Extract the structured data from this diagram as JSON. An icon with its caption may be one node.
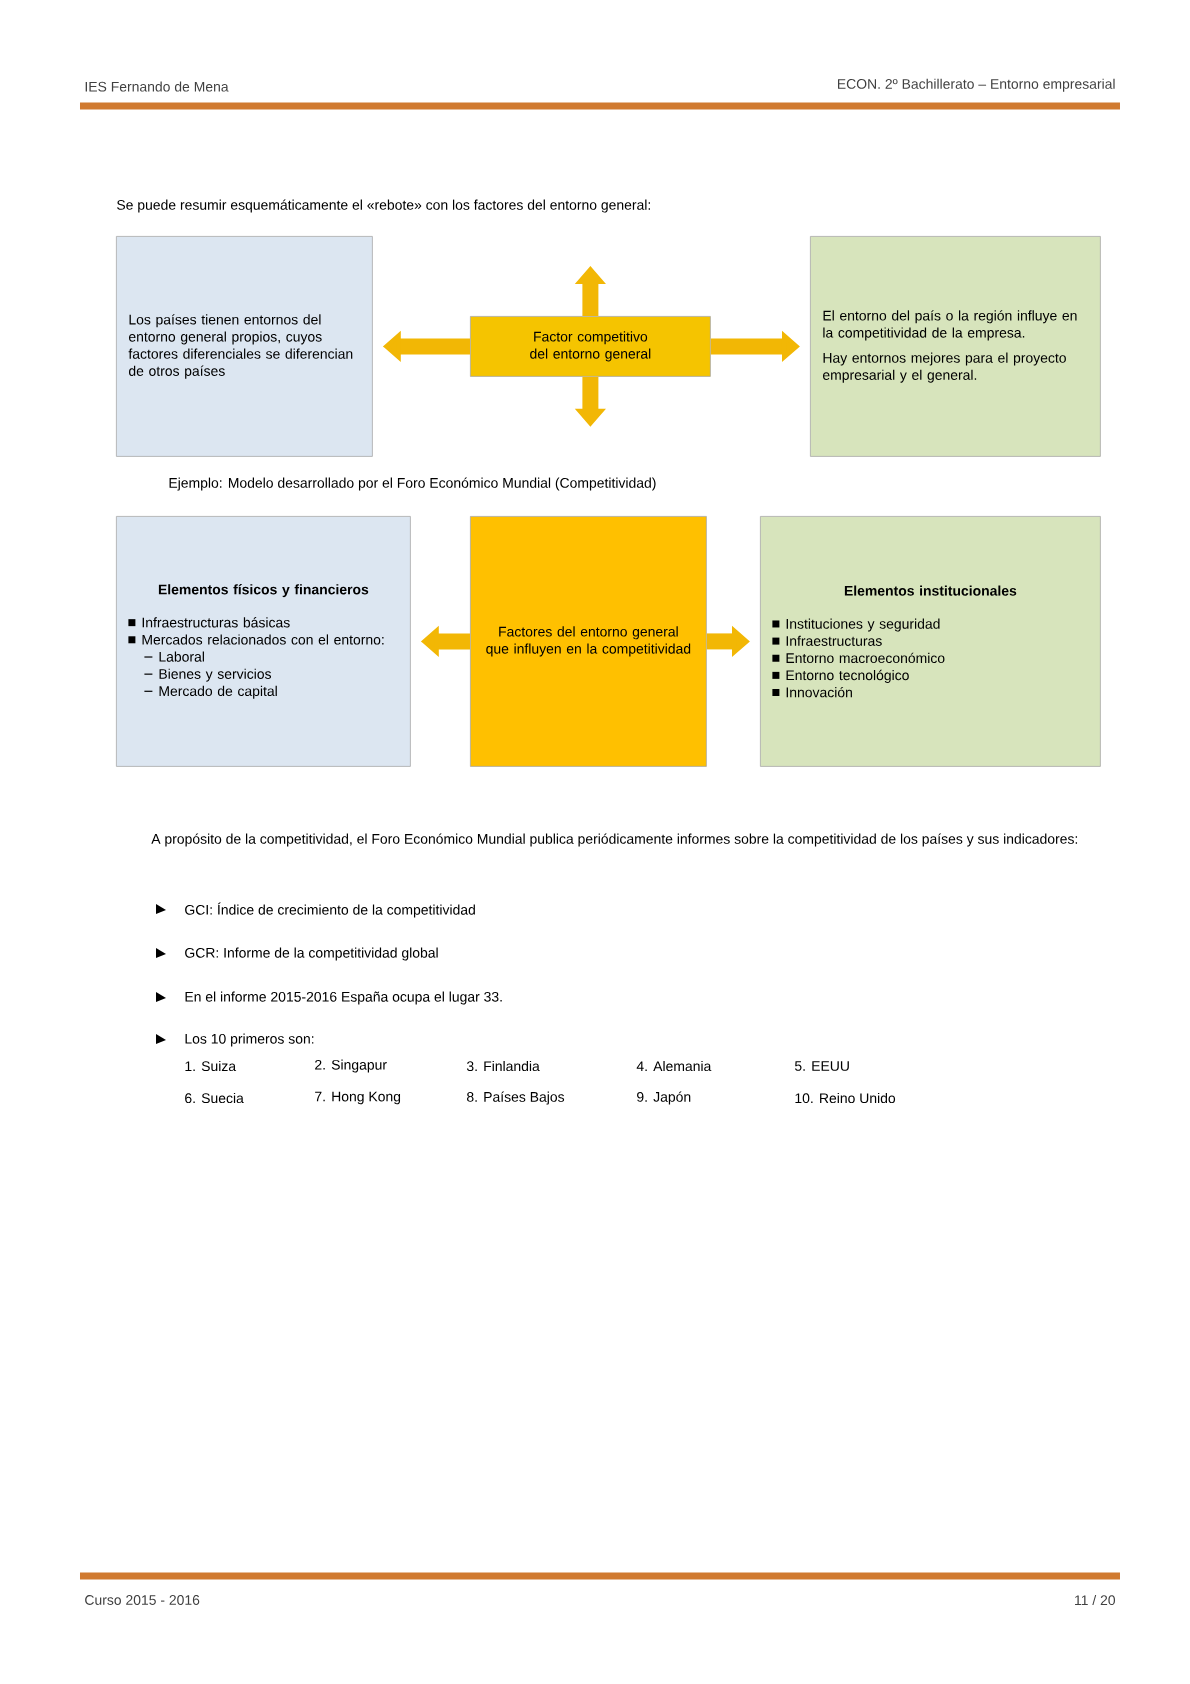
{
  "diagram": {
    "nodes": [
      {
        "text": [
          "Los países tienen entornos del entorno general propios, cuyos factores diferenciales se diferencian de otros países"
        ]
      },
      {
        "text": [
          "Factor competitivo del entorno general"
        ]
      },
      {
        "text": [
          "El entorno del país o la región influye en la competitividad de la empresa.",
          "Hay entornos mejores para el proyecto empresarial y el general."
        ]
      },
      {
        "text": [
          "Elementos físicos y financieros",
          "Infraestructuras básicas",
          "Mercados relacionados con el entorno:",
          "Laboral",
          "Bienes y servicios",
          "Mercado de capital"
        ]
      },
      {
        "text": [
          "Factores del entorno general que influyen en la competitividad"
        ]
      },
      {
        "text": [
          "Elementos institucionales",
          "Instituciones y seguridad",
          "Infraestructuras",
          "Entorno macroeconómico",
          "Entorno tecnológico",
          "Innovación"
        ]
      }
    ],
    "edges": [
      {
        "from": 1,
        "to": 0,
        "arrow": "to"
      },
      {
        "from": 1,
        "to": 2,
        "arrow": "to"
      },
      {
        "from": 1,
        "to": null,
        "arrow": "to"
      },
      {
        "from": 1,
        "to": null,
        "arrow": "to"
      },
      {
        "from": 4,
        "to": 3,
        "arrow": "to"
      },
      {
        "from": 4,
        "to": 5,
        "arrow": "to"
      }
    ],
    "labels": [
      "IES Fernando de Mena",
      "ECON. 2º Bachillerato – Entorno empresarial",
      "Se puede resumir esquemáticamente el «rebote» con los factores del entorno general:",
      "Ejemplo: Modelo desarrollado por el Foro Económico Mundial (Competitividad)",
      "A propósito de la competitividad, el Foro Económico Mundial publica periódicamente informes sobre la competitividad de los países y sus indicadores:",
      "GCI: Índice de crecimiento de la competitividad",
      "GCR: Informe de la competitividad global",
      "En el informe 2015-2016 España ocupa el lugar 33.",
      "Los 10 primeros son:",
      "1. Suiza",
      "2. Singapur",
      "3. Finlandia",
      "4. Alemania",
      "5. EEUU",
      "6. Suecia",
      "7. Hong Kong",
      "8. Países Bajos",
      "9. Japón",
      "10. Reino Unido",
      "Curso 2015 - 2016",
      "11 / 20"
    ]
  }
}
